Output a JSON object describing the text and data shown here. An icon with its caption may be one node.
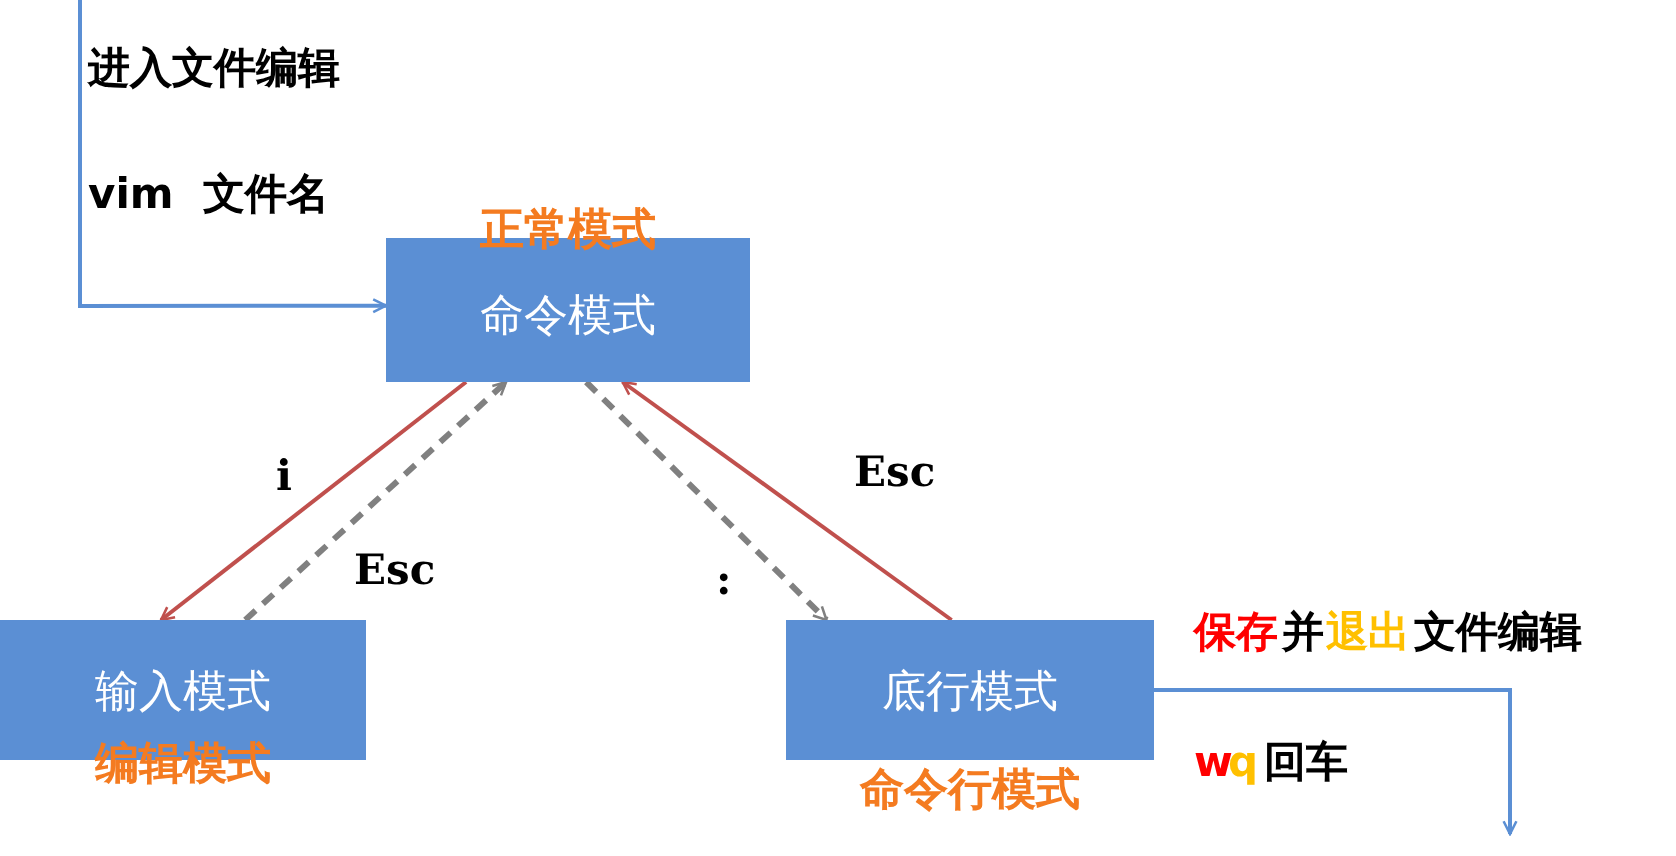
{
  "diagram": {
    "nodes": [
      {
        "text": [
          "正常模式",
          "命令模式"
        ]
      },
      {
        "text": [
          "输入模式",
          "编辑模式"
        ]
      },
      {
        "text": [
          "底行模式",
          "命令行模式"
        ]
      }
    ],
    "edges": [
      {
        "from": null,
        "to": 0,
        "arrow": "to",
        "color": "#5b8fd4"
      },
      {
        "from": 0,
        "to": 1,
        "arrow": "to",
        "label": "i",
        "color": "#c0504d"
      },
      {
        "from": 1,
        "to": 0,
        "arrow": "to",
        "label": "Esc",
        "style": "dashed",
        "color": "#808080"
      },
      {
        "from": 0,
        "to": 2,
        "arrow": "to",
        "label": ":",
        "style": "dashed",
        "color": "#808080"
      },
      {
        "from": 2,
        "to": 0,
        "arrow": "to",
        "label": "Esc",
        "color": "#c0504d"
      },
      {
        "from": 2,
        "to": null,
        "arrow": "to",
        "color": "#5b8fd4"
      }
    ],
    "labels": [
      "进入文件编辑",
      "vim  文件名",
      "保存",
      "并",
      "退出",
      "文件编辑",
      "w",
      "q",
      "回车"
    ]
  }
}
